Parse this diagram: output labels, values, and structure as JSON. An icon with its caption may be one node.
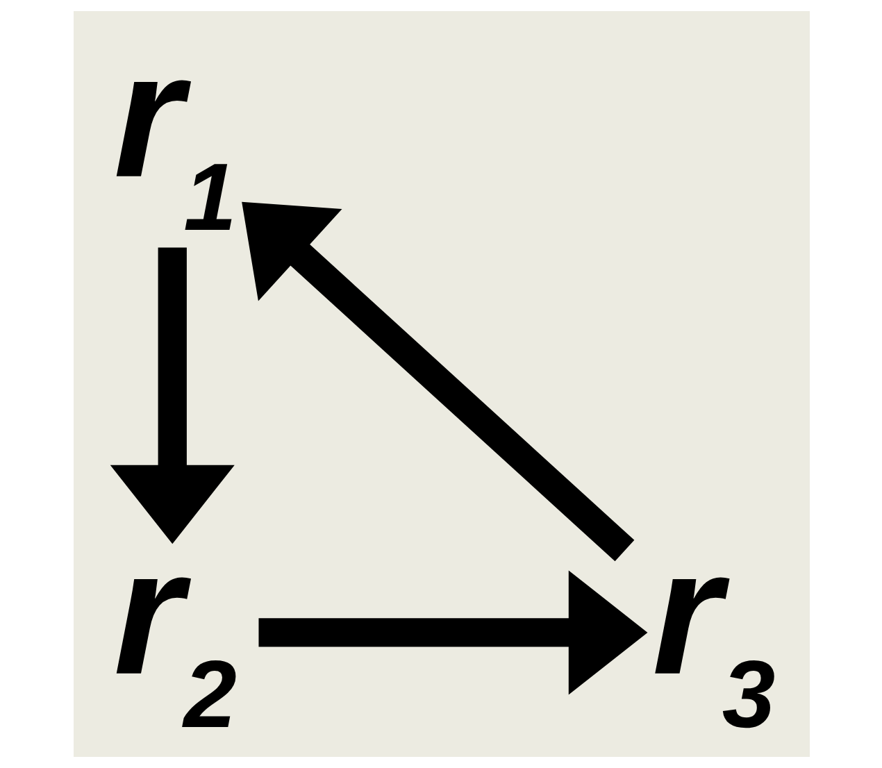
{
  "diagram": {
    "nodes": [
      {
        "text": [
          "r$_{1}$"
        ]
      },
      {
        "text": [
          "r$_{3}$"
        ]
      },
      {
        "text": [
          "r$_{2}$"
        ]
      }
    ],
    "edges": [
      {
        "from": 1,
        "to": 0,
        "arrow": "to"
      },
      {
        "from": 0,
        "to": 2,
        "arrow": "to"
      },
      {
        "from": 2,
        "to": 1,
        "arrow": "to"
      }
    ]
  }
}
